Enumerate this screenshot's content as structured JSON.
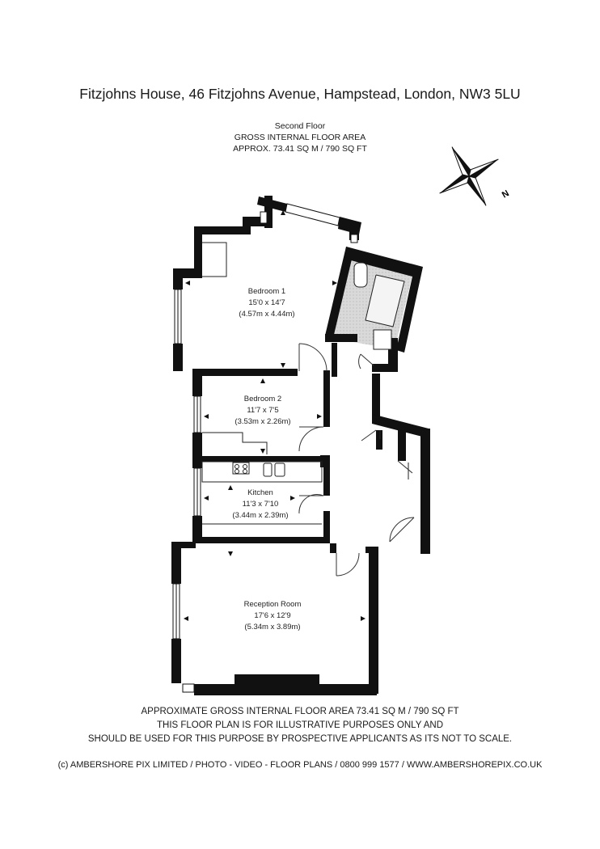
{
  "title": "Fitzjohns House, 46 Fitzjohns Avenue, Hampstead, London, NW3 5LU",
  "floor_info": {
    "floor": "Second Floor",
    "area_label": "GROSS INTERNAL FLOOR AREA",
    "area_value": "APPROX. 73.41 SQ M / 790 SQ FT"
  },
  "compass": {
    "north_label": "N"
  },
  "rooms": [
    {
      "name": "Bedroom 1",
      "imperial": "15'0 x 14'7",
      "metric": "(4.57m x 4.44m)"
    },
    {
      "name": "Bedroom 2",
      "imperial": "11'7 x 7'5",
      "metric": "(3.53m x 2.26m)"
    },
    {
      "name": "Kitchen",
      "imperial": "11'3 x 7'10",
      "metric": "(3.44m x 2.39m)"
    },
    {
      "name": "Reception Room",
      "imperial": "17'6 x 12'9",
      "metric": "(5.34m x 3.89m)"
    }
  ],
  "footer_notes": [
    "APPROXIMATE GROSS INTERNAL FLOOR AREA 73.41 SQ M / 790 SQ FT",
    "THIS FLOOR PLAN IS FOR ILLUSTRATIVE PURPOSES ONLY AND",
    "SHOULD BE USED FOR THIS PURPOSE BY PROSPECTIVE APPLICANTS AS ITS NOT TO SCALE."
  ],
  "copyright": "(c) AMBERSHORE PIX LIMITED / PHOTO - VIDEO - FLOOR PLANS / 0800 999 1577 / WWW.AMBERSHOREPIX.CO.UK",
  "colors": {
    "wall": "#111111",
    "bathroom_fill": "#d8d8d8",
    "background": "#ffffff"
  }
}
